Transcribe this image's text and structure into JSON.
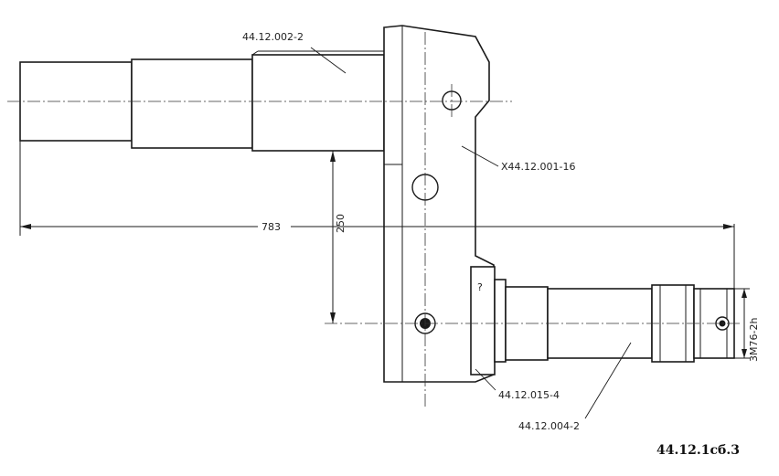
{
  "labels": {
    "upper_shaft": "44.12.002-2",
    "bracket": "X44.12.001-16",
    "collar": "44.12.015-4",
    "lower_shaft": "44.12.004-2",
    "thread": "3M76-2h"
  },
  "dimensions": {
    "overall_length": "783",
    "axis_offset": "250"
  },
  "sheet_id": "44.12.1сб.3",
  "marks": {
    "small_mark": "?"
  }
}
